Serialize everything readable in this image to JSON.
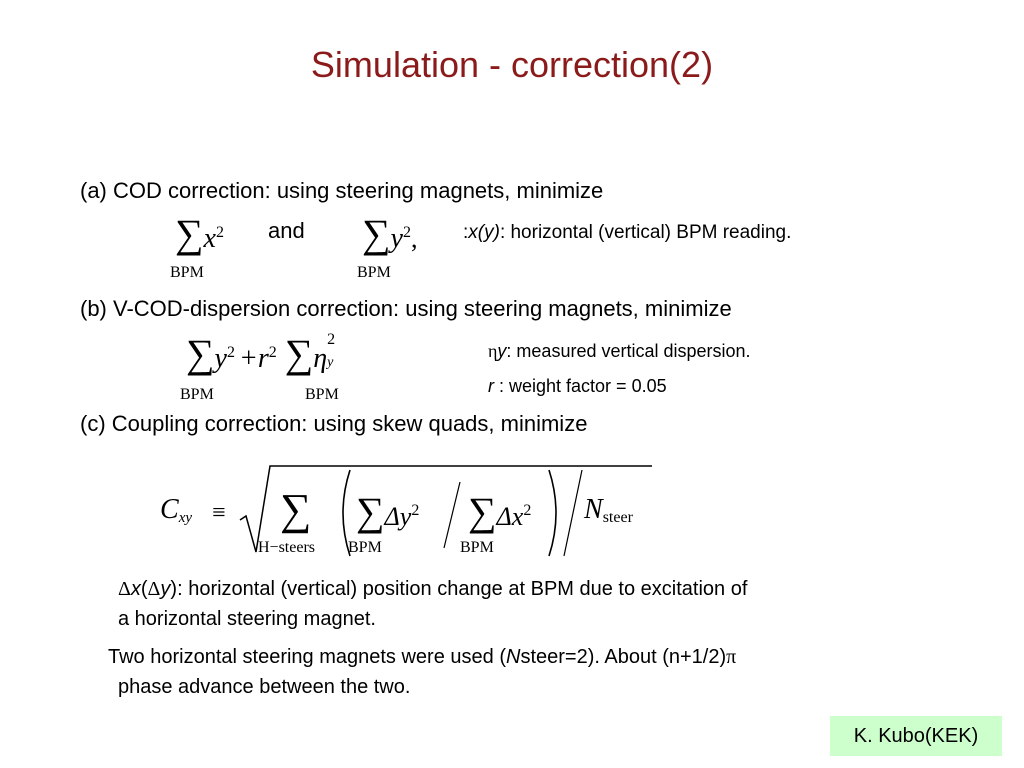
{
  "title": "Simulation - correction(2)",
  "part_a": {
    "heading": "(a) COD correction: using steering magnets, minimize",
    "sum_symbol": "∑",
    "x_var": "x",
    "y_var": "y",
    "sq": "2",
    "and_label": "and",
    "comma": ",",
    "bpm": "BPM",
    "note_prefix": ":",
    "note_var": "x(y)",
    "note_text": ": horizontal (vertical) BPM reading."
  },
  "part_b": {
    "heading": "(b) V-COD-dispersion correction: using steering magnets, minimize",
    "y_var": "y",
    "sq": "2",
    "plus_r": "+r",
    "eta": "η",
    "eta_sub": "y",
    "bpm": "BPM",
    "note1_eta": "η",
    "note1_var": "y",
    "note1_text": ": measured vertical dispersion.",
    "note2_var": "r",
    "note2_text": " : weight factor = 0.05"
  },
  "part_c": {
    "heading": "(c) Coupling correction: using skew quads, minimize",
    "C": "C",
    "C_sub": "xy",
    "equiv": "≡",
    "h_steers": "H−steers",
    "bpm": "BPM",
    "dy": "Δy",
    "dx": "Δx",
    "sq": "2",
    "N": "N",
    "N_sub": "steer"
  },
  "notes": {
    "delta_line1_sym1": "Δ",
    "delta_line1_var1": "x",
    "delta_line1_paren_open": "(",
    "delta_line1_sym2": "Δ",
    "delta_line1_var2": "y",
    "delta_line1_text": "): horizontal (vertical) position change at BPM due to excitation of",
    "delta_line2": "a horizontal steering magnet.",
    "steer_line1_pre": "Two horizontal steering magnets were used (",
    "steer_line1_N": "N",
    "steer_line1_post": "steer=2). About (n+1/2)",
    "steer_line1_pi": "π",
    "steer_line2": "phase advance between the two."
  },
  "credit": "K. Kubo(KEK)"
}
